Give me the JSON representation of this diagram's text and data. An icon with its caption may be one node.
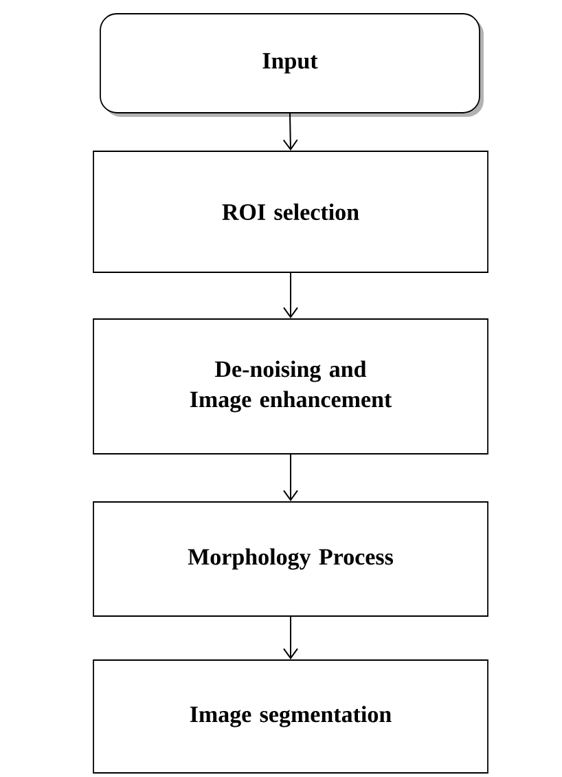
{
  "diagram": {
    "nodes": [
      {
        "text": [
          "Input"
        ]
      },
      {
        "text": [
          "ROI selection"
        ]
      },
      {
        "text": [
          "De-noising and Image enhancement"
        ]
      },
      {
        "text": [
          "Morphology Process"
        ]
      },
      {
        "text": [
          "Image segmentation"
        ]
      }
    ],
    "edges": [
      {
        "from": 0,
        "to": 1,
        "arrow": "to"
      },
      {
        "from": 1,
        "to": 2,
        "arrow": "to"
      },
      {
        "from": 2,
        "to": 3,
        "arrow": "to"
      },
      {
        "from": 3,
        "to": 4,
        "arrow": "to"
      }
    ]
  }
}
